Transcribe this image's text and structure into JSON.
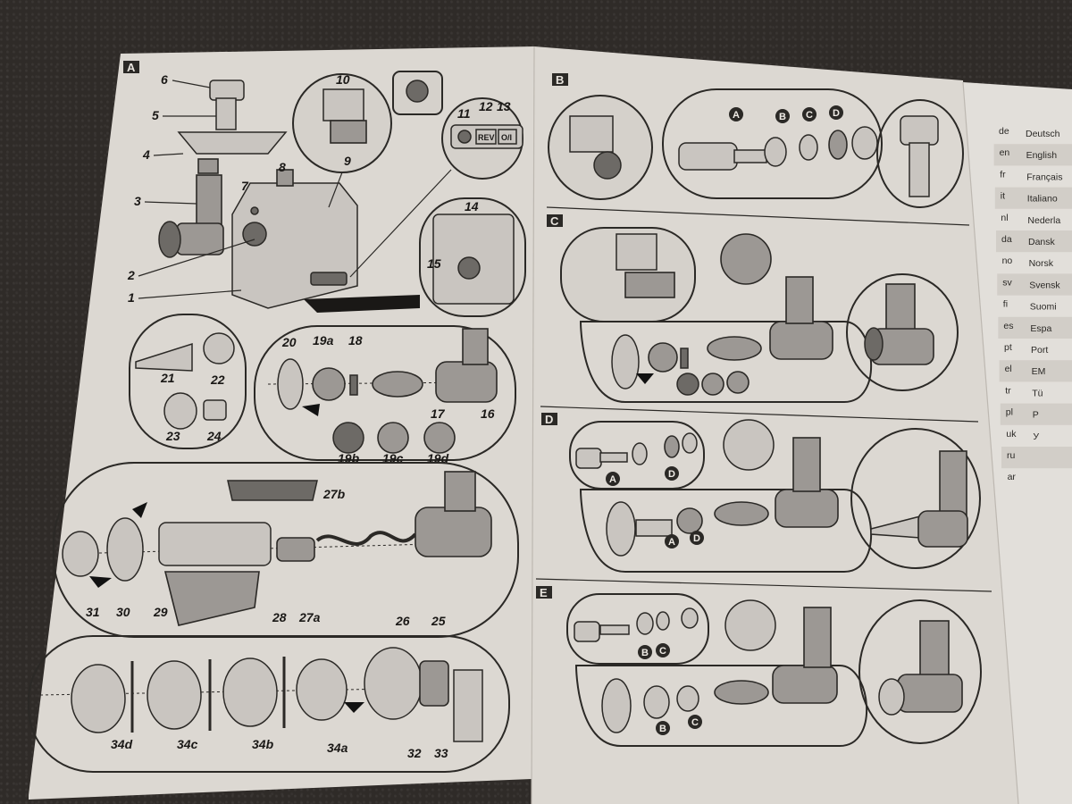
{
  "sections": {
    "a": "A",
    "b": "B",
    "c": "C",
    "d": "D",
    "e": "E"
  },
  "labels": {
    "l1": "1",
    "l2": "2",
    "l3": "3",
    "l4": "4",
    "l5": "5",
    "l6": "6",
    "l7": "7",
    "l8": "8",
    "l9": "9",
    "l10": "10",
    "l11": "11",
    "l12": "12",
    "l13": "13",
    "l14": "14",
    "l15": "15",
    "l16": "16",
    "l17": "17",
    "l18": "18",
    "l19a": "19a",
    "l19b": "19b",
    "l19c": "19c",
    "l19d": "19d",
    "l20": "20",
    "l21": "21",
    "l22": "22",
    "l23": "23",
    "l24": "24",
    "l25": "25",
    "l26": "26",
    "l27a": "27a",
    "l27b": "27b",
    "l28": "28",
    "l29": "29",
    "l30": "30",
    "l31": "31",
    "l32": "32",
    "l33": "33",
    "l34a": "34a",
    "l34b": "34b",
    "l34c": "34c",
    "l34d": "34d"
  },
  "controls": {
    "rev": "REV",
    "onoff": "O/I"
  },
  "markers": {
    "a": "A",
    "b": "B",
    "c": "C",
    "d": "D"
  },
  "languages": [
    {
      "code": "de",
      "name": "Deutsch"
    },
    {
      "code": "en",
      "name": "English"
    },
    {
      "code": "fr",
      "name": "Français"
    },
    {
      "code": "it",
      "name": "Italiano"
    },
    {
      "code": "nl",
      "name": "Nederla"
    },
    {
      "code": "da",
      "name": "Dansk"
    },
    {
      "code": "no",
      "name": "Norsk"
    },
    {
      "code": "sv",
      "name": "Svensk"
    },
    {
      "code": "fi",
      "name": "Suomi"
    },
    {
      "code": "es",
      "name": "Espa"
    },
    {
      "code": "pt",
      "name": "Port"
    },
    {
      "code": "el",
      "name": "EM"
    },
    {
      "code": "tr",
      "name": "Tü"
    },
    {
      "code": "pl",
      "name": "P"
    },
    {
      "code": "uk",
      "name": "У"
    },
    {
      "code": "ru",
      "name": ""
    },
    {
      "code": "ar",
      "name": ""
    }
  ]
}
